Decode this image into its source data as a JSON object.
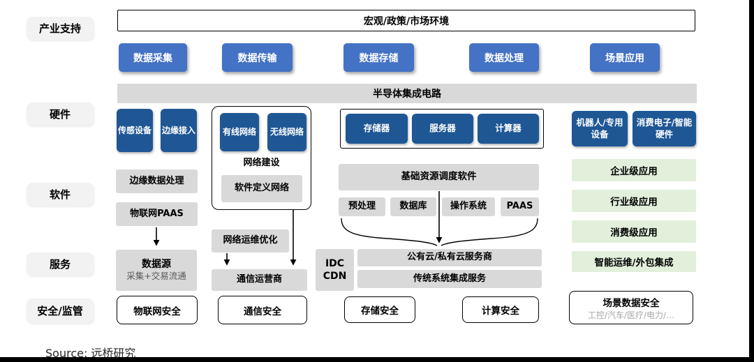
{
  "row_labels": [
    {
      "label": "产业支持"
    },
    {
      "label": "硬件"
    },
    {
      "label": "软件"
    },
    {
      "label": "服务"
    },
    {
      "label": "安全/监管"
    }
  ],
  "top_bar": {
    "label": "宏观/政策/市场环境"
  },
  "pipeline": [
    {
      "label": "数据采集"
    },
    {
      "label": "数据传输"
    },
    {
      "label": "数据存储"
    },
    {
      "label": "数据处理"
    },
    {
      "label": "场景应用"
    }
  ],
  "semiconductor": {
    "label": "半导体集成电路"
  },
  "hardware": {
    "sensor": "传感设备",
    "edge_access": "边缘接入",
    "network_group": {
      "title": "网络建设",
      "wired": "有线网络",
      "wireless": "无线网络",
      "sdn": "软件定义网络"
    },
    "compute_group": {
      "storage": "存储器",
      "server": "服务器",
      "computer": "计算器"
    },
    "robot": "机器人/专用设备",
    "consumer": "消费电子/智能硬件"
  },
  "software": {
    "edge_processing": "边缘数据处理",
    "iot_paas": "物联网PAAS",
    "network_ops": "网络运维优化",
    "resource_scheduling": "基础资源调度软件",
    "middleware": [
      {
        "label": "预处理"
      },
      {
        "label": "数据库"
      },
      {
        "label": "操作系统"
      },
      {
        "label": "PAAS"
      }
    ]
  },
  "applications": [
    {
      "label": "企业级应用"
    },
    {
      "label": "行业级应用"
    },
    {
      "label": "消费级应用"
    },
    {
      "label": "智能运维/外包集成"
    }
  ],
  "services": {
    "data_source": {
      "title": "数据源",
      "subtitle": "采集+交易流通"
    },
    "telecom": "通信运营商",
    "idc_cdn": "IDC\nCDN",
    "cloud": "公有云/私有云服务商",
    "integration": "传统系统集成服务"
  },
  "security": {
    "iot": "物联网安全",
    "comm": "通信安全",
    "storage": "存储安全",
    "compute": "计算安全",
    "scene": {
      "title": "场景数据安全",
      "subtitle": "工控/汽车/医疗/电力/…"
    }
  },
  "source": {
    "label": "Source: 远桥研究"
  },
  "colors": {
    "pipeline_blue": "#4472C4",
    "hardware_navy": "#1F5795",
    "gray_box": "#D9D9D9",
    "label_gray": "#F2F2F2",
    "green_box": "#E2EFDA",
    "subtitle_gray": "#A6A6A6",
    "frame_black": "#000000"
  }
}
